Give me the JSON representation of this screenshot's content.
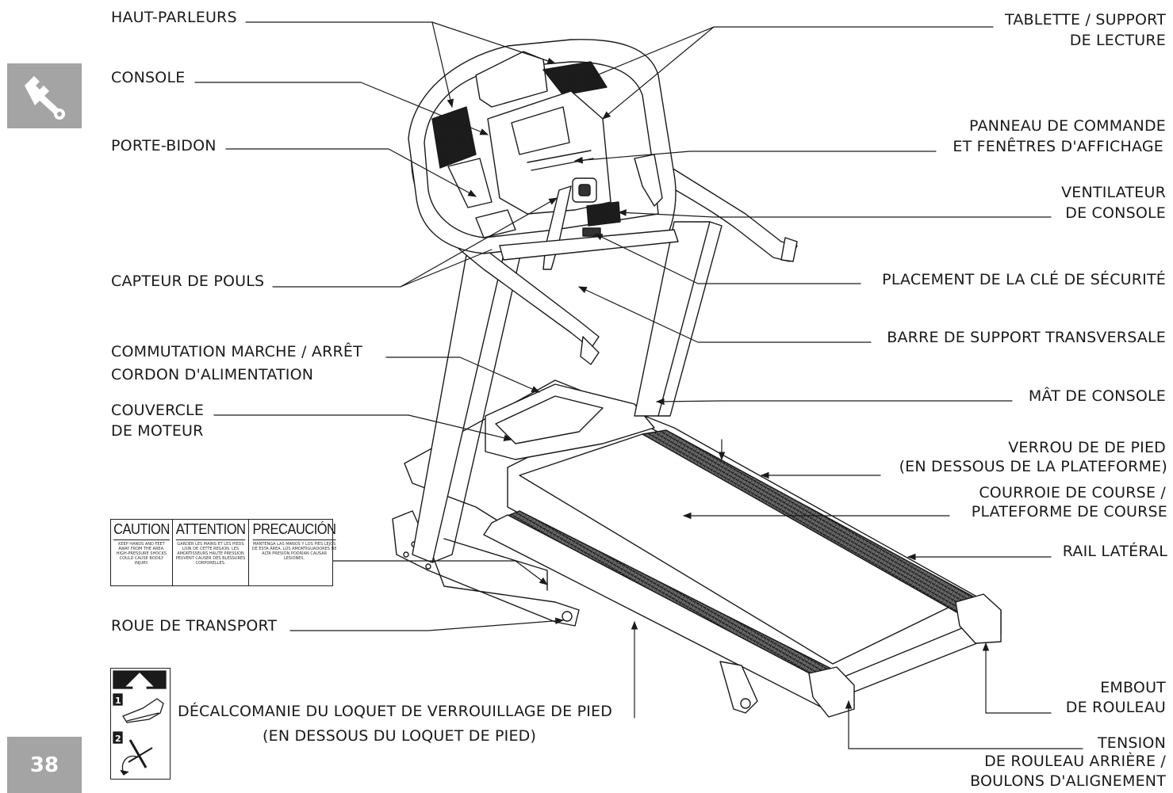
{
  "page": {
    "number": "38",
    "tool_icon": "wrench-icon"
  },
  "labels": {
    "speakers": "HAUT-PARLEURS",
    "console": "CONSOLE",
    "bottle_holder": "PORTE-BIDON",
    "pulse_sensor": "CAPTEUR DE POULS",
    "power_switch_1": "COMMUTATION MARCHE / ARRÊT",
    "power_switch_2": "CORDON D'ALIMENTATION",
    "motor_cover_1": "COUVERCLE",
    "motor_cover_2": "DE MOTEUR",
    "transport_wheel": "ROUE DE TRANSPORT",
    "tablet_1": "TABLETTE / SUPPORT",
    "tablet_2": "DE LECTURE",
    "control_panel_1": "PANNEAU DE COMMANDE",
    "control_panel_2": "ET FENÊTRES D'AFFICHAGE",
    "fan_1": "VENTILATEUR",
    "fan_2": "DE CONSOLE",
    "safety_key": "PLACEMENT DE LA CLÉ DE SÉCURITÉ",
    "crossbar": "BARRE DE SUPPORT TRANSVERSALE",
    "upright": "MÂT DE CONSOLE",
    "foot_lock_1": "VERROU DE DE PIED",
    "foot_lock_2": "(EN DESSOUS DE LA PLATEFORME)",
    "belt_1": "COURROIE DE COURSE /",
    "belt_2": "PLATEFORME DE COURSE",
    "side_rail": "RAIL LATÉRAL",
    "end_cap_1": "EMBOUT",
    "end_cap_2": "DE ROULEAU",
    "tension_1": "TENSION",
    "tension_2": "DE ROULEAU ARRIÈRE /",
    "tension_3": "BOULONS D'ALIGNEMENT",
    "decal_1": "DÉCALCOMANIE DU LOQUET DE VERROUILLAGE DE PIED",
    "decal_2": "(EN DESSOUS DU LOQUET DE PIED)"
  },
  "caution_label": {
    "headers": [
      "CAUTION",
      "ATTENTION",
      "PRECAUCIÓN"
    ],
    "bodies": [
      "KEEP HANDS AND FEET AWAY FROM THE AREA. HIGH-PRESSURE SHOCKS COULD CAUSE BODILY INJURY.",
      "GARDER LES MAINS ET LES PIEDS LOIN DE CETTE REGION. LES AMORTISSEURS HAUTE PRESSION PEUVENT CAUSER DES BLESSURES CORPORELLES.",
      "MANTENGA LAS MANOS Y LOS PIES LEJOS DE ESTA ÁREA. LOS AMORTIGUADORES DE ALTA PRESIÓN PODRÍAN CAUSAR LESIONES."
    ]
  },
  "decal": {
    "step1": "1",
    "step2": "2"
  }
}
